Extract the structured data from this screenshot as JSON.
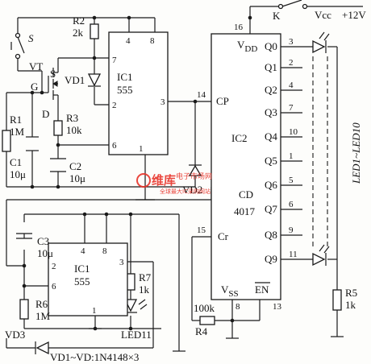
{
  "switches": {
    "s": "S",
    "k": "K"
  },
  "power": {
    "vcc": "Vcc",
    "plus12v": "+12V"
  },
  "resistors": {
    "r1": [
      "R1",
      "1M"
    ],
    "r2": [
      "R2",
      "2k"
    ],
    "r3": [
      "R3",
      "10k"
    ],
    "r4": [
      "R4",
      "100k"
    ],
    "r5": [
      "R5",
      "1k"
    ],
    "r6": [
      "R6",
      "1M"
    ],
    "r7": [
      "R7",
      "1k"
    ]
  },
  "capacitors": {
    "c1": [
      "C1",
      "10μ"
    ],
    "c2": [
      "C2",
      "10μ"
    ],
    "c3": [
      "C3",
      "10μ"
    ]
  },
  "transistor": {
    "name": "VT",
    "g": "G",
    "s": "S",
    "d": "D"
  },
  "diodes": {
    "vd1": "VD1",
    "vd2": "VD2",
    "vd3": "VD3"
  },
  "ic1_top": {
    "name": "IC1",
    "part": "555",
    "pins": {
      "p4": "4",
      "p8": "8",
      "p7": "7",
      "p2": "2",
      "p3": "3",
      "p6": "6",
      "p1": "1"
    }
  },
  "ic1_bottom": {
    "name": "IC1",
    "part": "555",
    "pins": {
      "p4": "4",
      "p8": "8",
      "p2": "2",
      "p6": "6",
      "p1": "1",
      "p3": "3"
    }
  },
  "ic2": {
    "name": "IC2",
    "part_a": "CD",
    "part_b": "4017",
    "vdd_label": "V",
    "vdd_sub": "DD",
    "vss_label": "V",
    "vss_sub": "SS",
    "cp": "CP",
    "cr": "Cr",
    "en": "EN",
    "pin_vdd": "16",
    "pin_cp": "14",
    "pin_cr": "15",
    "pin_vss": "8",
    "pin_en": "13",
    "outputs": [
      {
        "label": "Q0",
        "pin": "3"
      },
      {
        "label": "Q1",
        "pin": "2"
      },
      {
        "label": "Q2",
        "pin": "4"
      },
      {
        "label": "Q3",
        "pin": "7"
      },
      {
        "label": "Q4",
        "pin": "10"
      },
      {
        "label": "Q5",
        "pin": "1"
      },
      {
        "label": "Q6",
        "pin": "5"
      },
      {
        "label": "Q7",
        "pin": "6"
      },
      {
        "label": "Q8",
        "pin": "9"
      },
      {
        "label": "Q9",
        "pin": "11"
      }
    ]
  },
  "leds": {
    "range": "LED1~LED10",
    "led11": "LED11"
  },
  "note": "VD1~VD:1N4148×3",
  "watermark": {
    "brand": "维库",
    "site": "电子市场网",
    "slogan": "全球最大IC采购网站"
  }
}
